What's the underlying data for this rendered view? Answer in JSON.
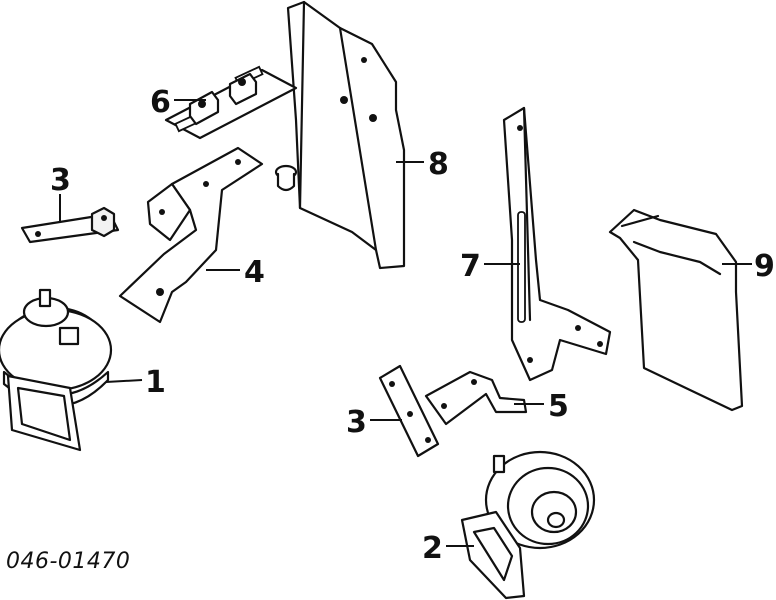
{
  "callouts": {
    "c1": "1",
    "c2": "2",
    "c3a": "3",
    "c3b": "3",
    "c4": "4",
    "c5": "5",
    "c6": "6",
    "c7": "7",
    "c8": "8",
    "c9": "9"
  },
  "diagram_code": "046-01470"
}
